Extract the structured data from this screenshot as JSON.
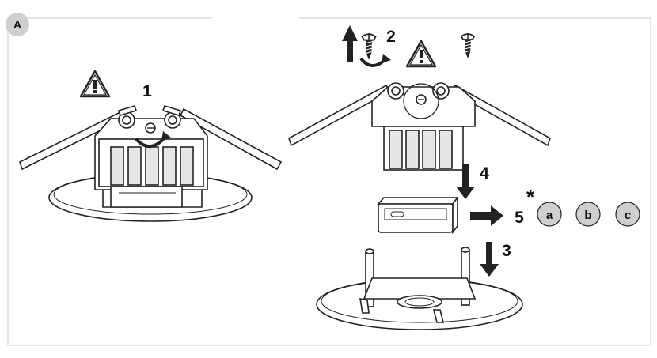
{
  "panel": {
    "label": "A"
  },
  "steps": {
    "step1": "1",
    "step2": "2",
    "step3": "3",
    "step4": "4",
    "step5": "5"
  },
  "options": {
    "asterisk": "*",
    "items": [
      "a",
      "b",
      "c"
    ]
  },
  "colors": {
    "line": "#222222",
    "fill": "#ffffff",
    "frame": "#d4d4d4",
    "badge": "#cfcfcf"
  },
  "icons": {
    "warning": "warning-triangle-icon",
    "screw": "screw-icon",
    "rotate": "rotate-arrow-icon",
    "down": "arrow-down-icon",
    "up": "arrow-up-icon",
    "right": "arrow-right-icon"
  }
}
